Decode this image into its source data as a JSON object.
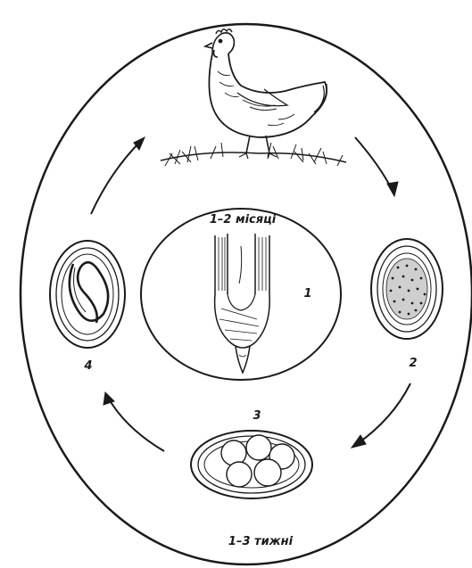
{
  "diagram": {
    "type": "life-cycle",
    "ink_color": "#1a1a1a",
    "background_color": "#ffffff",
    "labels": {
      "host_period": "1–2 місяці",
      "development_period": "1–3 тижні",
      "stage_1": "1",
      "stage_2": "2",
      "stage_3": "3",
      "stage_4": "4"
    },
    "illustrations": [
      "hen-icon",
      "intestine-worm-icon",
      "egg-unsegmented-icon",
      "egg-cluster-icon",
      "egg-larva-icon"
    ],
    "arrows": [
      "hen-to-egg-2",
      "egg-2-to-egg-3",
      "egg-3-to-egg-4",
      "egg-4-to-hen"
    ]
  }
}
